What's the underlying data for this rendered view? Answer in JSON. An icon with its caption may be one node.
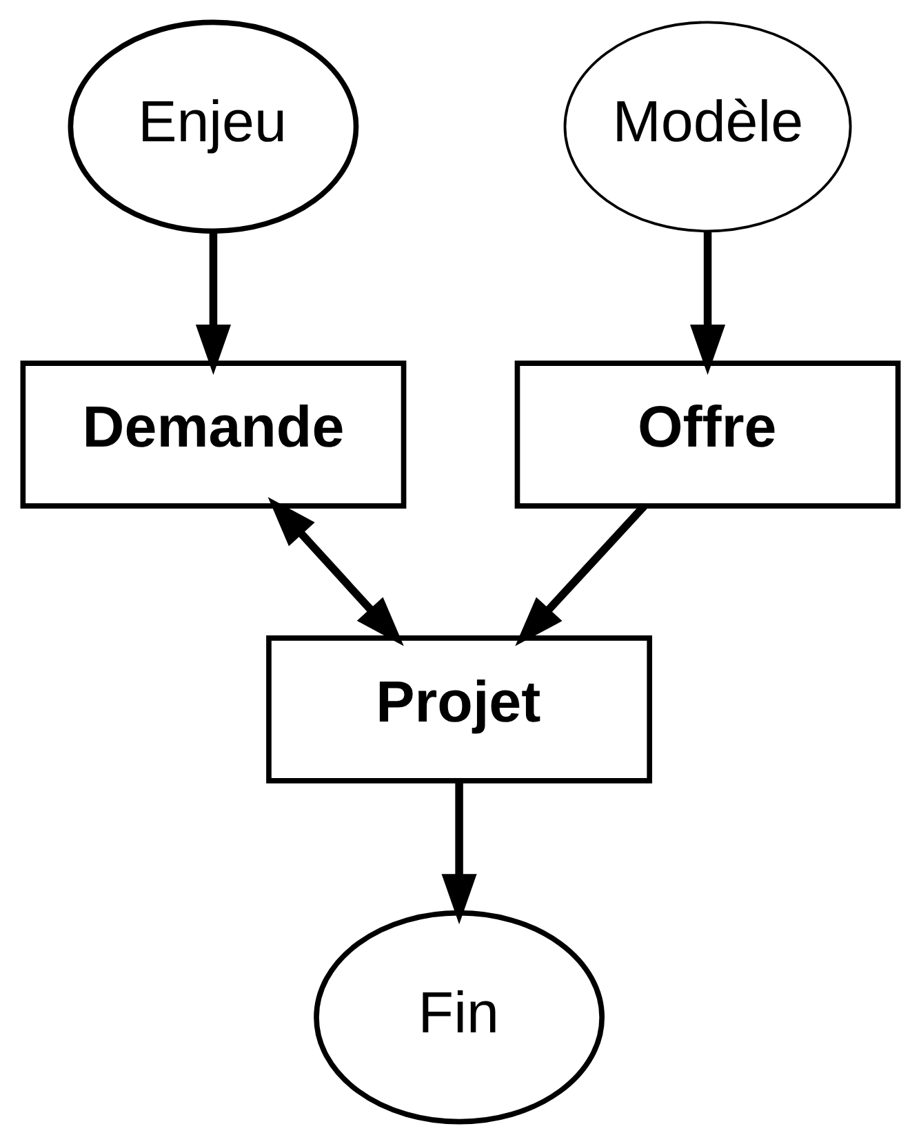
{
  "diagram": {
    "nodes": [
      {
        "text": [
          "Enjeu"
        ]
      },
      {
        "text": [
          "Modèle"
        ]
      },
      {
        "text": [
          "Demande"
        ]
      },
      {
        "text": [
          "Offre"
        ]
      },
      {
        "text": [
          "Projet"
        ]
      },
      {
        "text": [
          "Fin"
        ]
      }
    ],
    "edges": [
      {
        "from": 0,
        "to": 2,
        "arrow": "to"
      },
      {
        "from": 1,
        "to": 3,
        "arrow": "to"
      },
      {
        "from": 2,
        "to": 4,
        "arrow": "both"
      },
      {
        "from": 3,
        "to": 4,
        "arrow": "to"
      },
      {
        "from": 4,
        "to": 5,
        "arrow": "to"
      }
    ]
  }
}
